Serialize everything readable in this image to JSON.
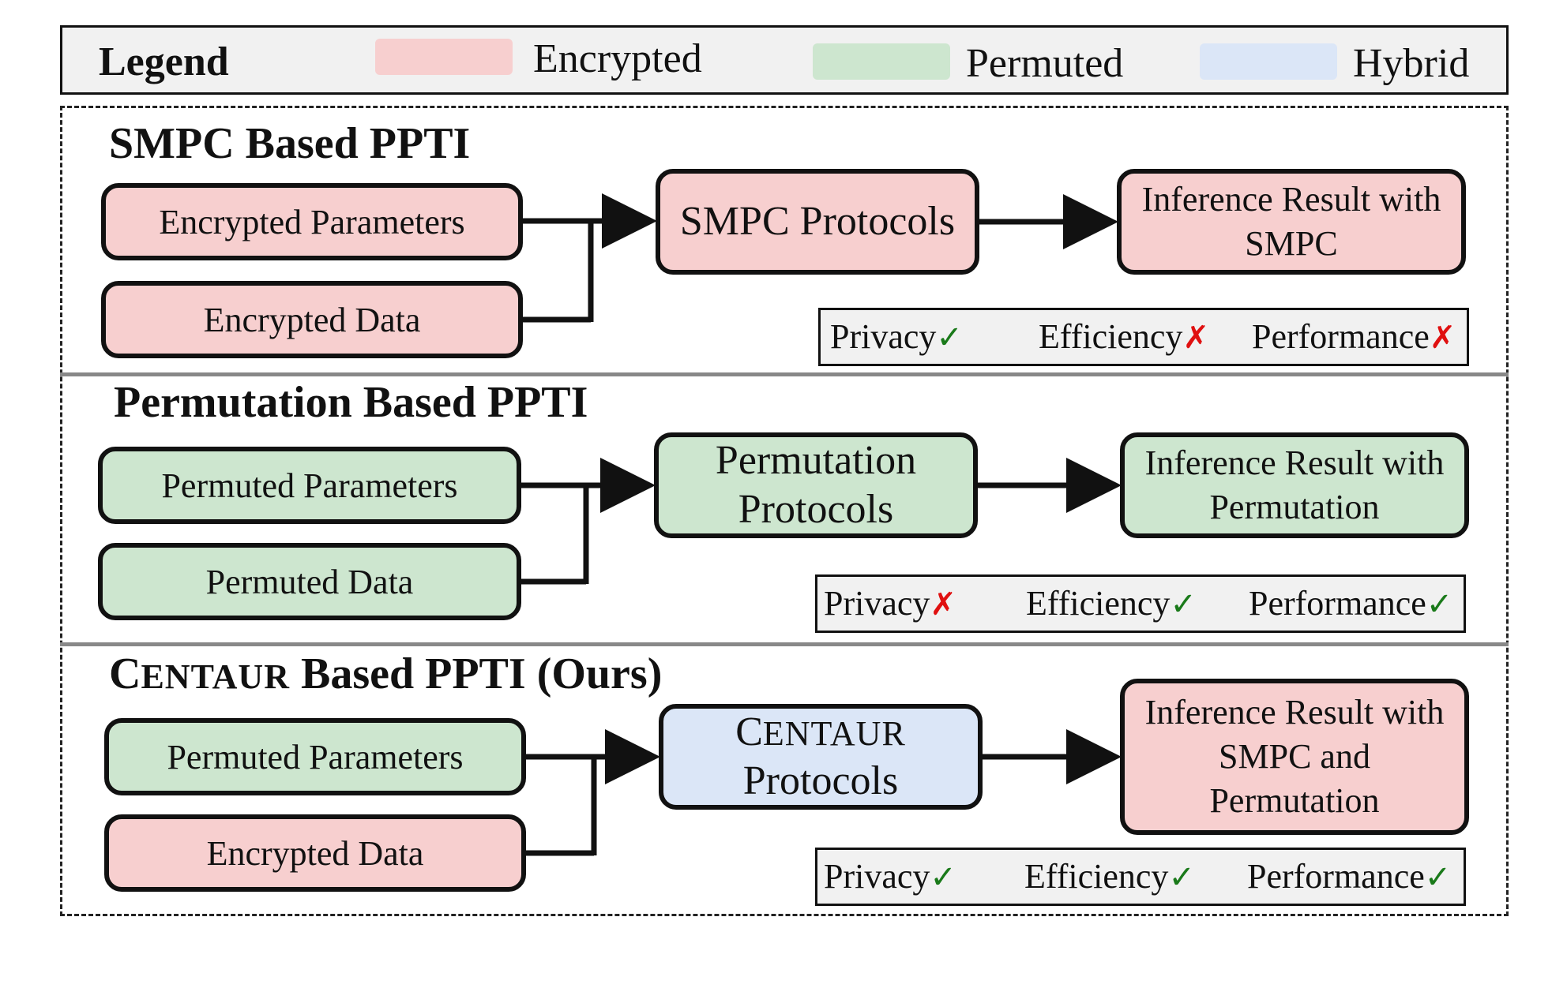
{
  "legend": {
    "title": "Legend",
    "items": [
      {
        "label": "Encrypted",
        "color": "#f7cfcf"
      },
      {
        "label": "Permuted",
        "color": "#cde6cf"
      },
      {
        "label": "Hybrid",
        "color": "#dbe6f7"
      }
    ]
  },
  "panels": [
    {
      "title": "SMPC Based PPTI",
      "inputs": [
        "Encrypted Parameters",
        "Encrypted Data"
      ],
      "protocol": "SMPC Protocols",
      "result": "Inference Result with SMPC",
      "metrics": [
        {
          "label": "Privacy",
          "mark": "✓"
        },
        {
          "label": "Efficiency",
          "mark": "✗"
        },
        {
          "label": "Performance",
          "mark": "✗"
        }
      ]
    },
    {
      "title": "Permutation Based PPTI",
      "inputs": [
        "Permuted Parameters",
        "Permuted Data"
      ],
      "protocol": "Permutation Protocols",
      "result": "Inference Result with Permutation",
      "metrics": [
        {
          "label": "Privacy",
          "mark": "✗"
        },
        {
          "label": "Efficiency",
          "mark": "✓"
        },
        {
          "label": "Performance",
          "mark": "✓"
        }
      ]
    },
    {
      "title_prefix_cap": "C",
      "title_prefix_sc": "ENTAUR",
      "title_rest": " Based PPTI (Ours)",
      "inputs": [
        "Permuted Parameters",
        "Encrypted Data"
      ],
      "protocol_cap": "C",
      "protocol_sc": "ENTAUR",
      "protocol_rest": "Protocols",
      "result": "Inference Result with SMPC and Permutation",
      "metrics": [
        {
          "label": "Privacy",
          "mark": "✓"
        },
        {
          "label": "Efficiency",
          "mark": "✓"
        },
        {
          "label": "Performance",
          "mark": "✓"
        }
      ]
    }
  ]
}
